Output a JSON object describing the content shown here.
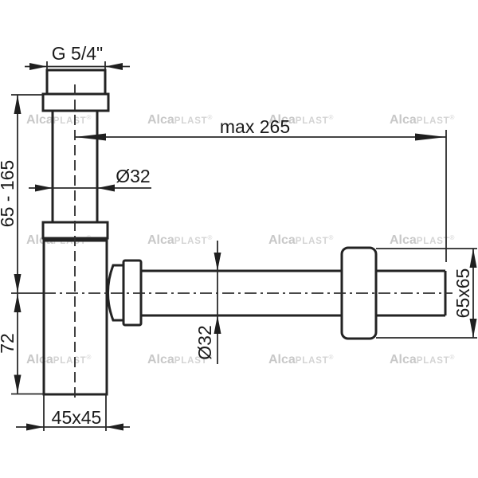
{
  "drawing": {
    "type": "technical-dimension-drawing",
    "subject": "bottle-trap-siphon-side-view",
    "dimensions": {
      "thread_size": "G 5/4\"",
      "max_installation_length": "max 265",
      "inlet_pipe_diameter": "Ø32",
      "adjustable_height_range": "65 - 165",
      "body_height": "72",
      "outlet_pipe_diameter": "Ø32",
      "wall_flange_size": "65x65",
      "body_cross_section": "45x45"
    }
  },
  "watermark": {
    "brand": "Alca",
    "brand_suffix": "PLAST",
    "registered": "®"
  },
  "colors": {
    "background": "#ffffff",
    "line": "#232323",
    "text": "#1b1b1b",
    "watermark_bold": "#c8c8c8",
    "watermark_light": "#d4d4d4"
  }
}
